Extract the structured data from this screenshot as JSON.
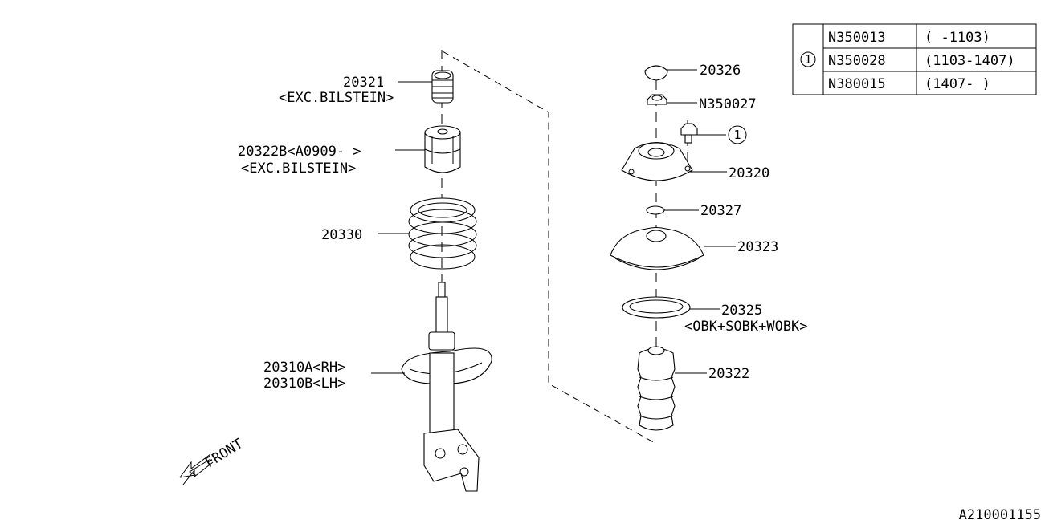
{
  "parts": {
    "p20321": "20321",
    "p20321_note": "<EXC.BILSTEIN>",
    "p20322b": "20322B<A0909- >",
    "p20322b_note": "<EXC.BILSTEIN>",
    "p20330": "20330",
    "p20310a": "20310A<RH>",
    "p20310b": "20310B<LH>",
    "p20326": "20326",
    "n350027": "N350027",
    "p20320": "20320",
    "p20327": "20327",
    "p20323": "20323",
    "p20325": "20325",
    "p20325_note": "<OBK+SOBK+WOBK>",
    "p20322": "20322",
    "callout": "1"
  },
  "table": {
    "callout": "1",
    "rows": [
      {
        "part": "N350013",
        "range": "( -1103)"
      },
      {
        "part": "N350028",
        "range": "(1103-1407)"
      },
      {
        "part": "N380015",
        "range": "(1407- )"
      }
    ]
  },
  "front_label": "FRONT",
  "diagram_id": "A210001155"
}
